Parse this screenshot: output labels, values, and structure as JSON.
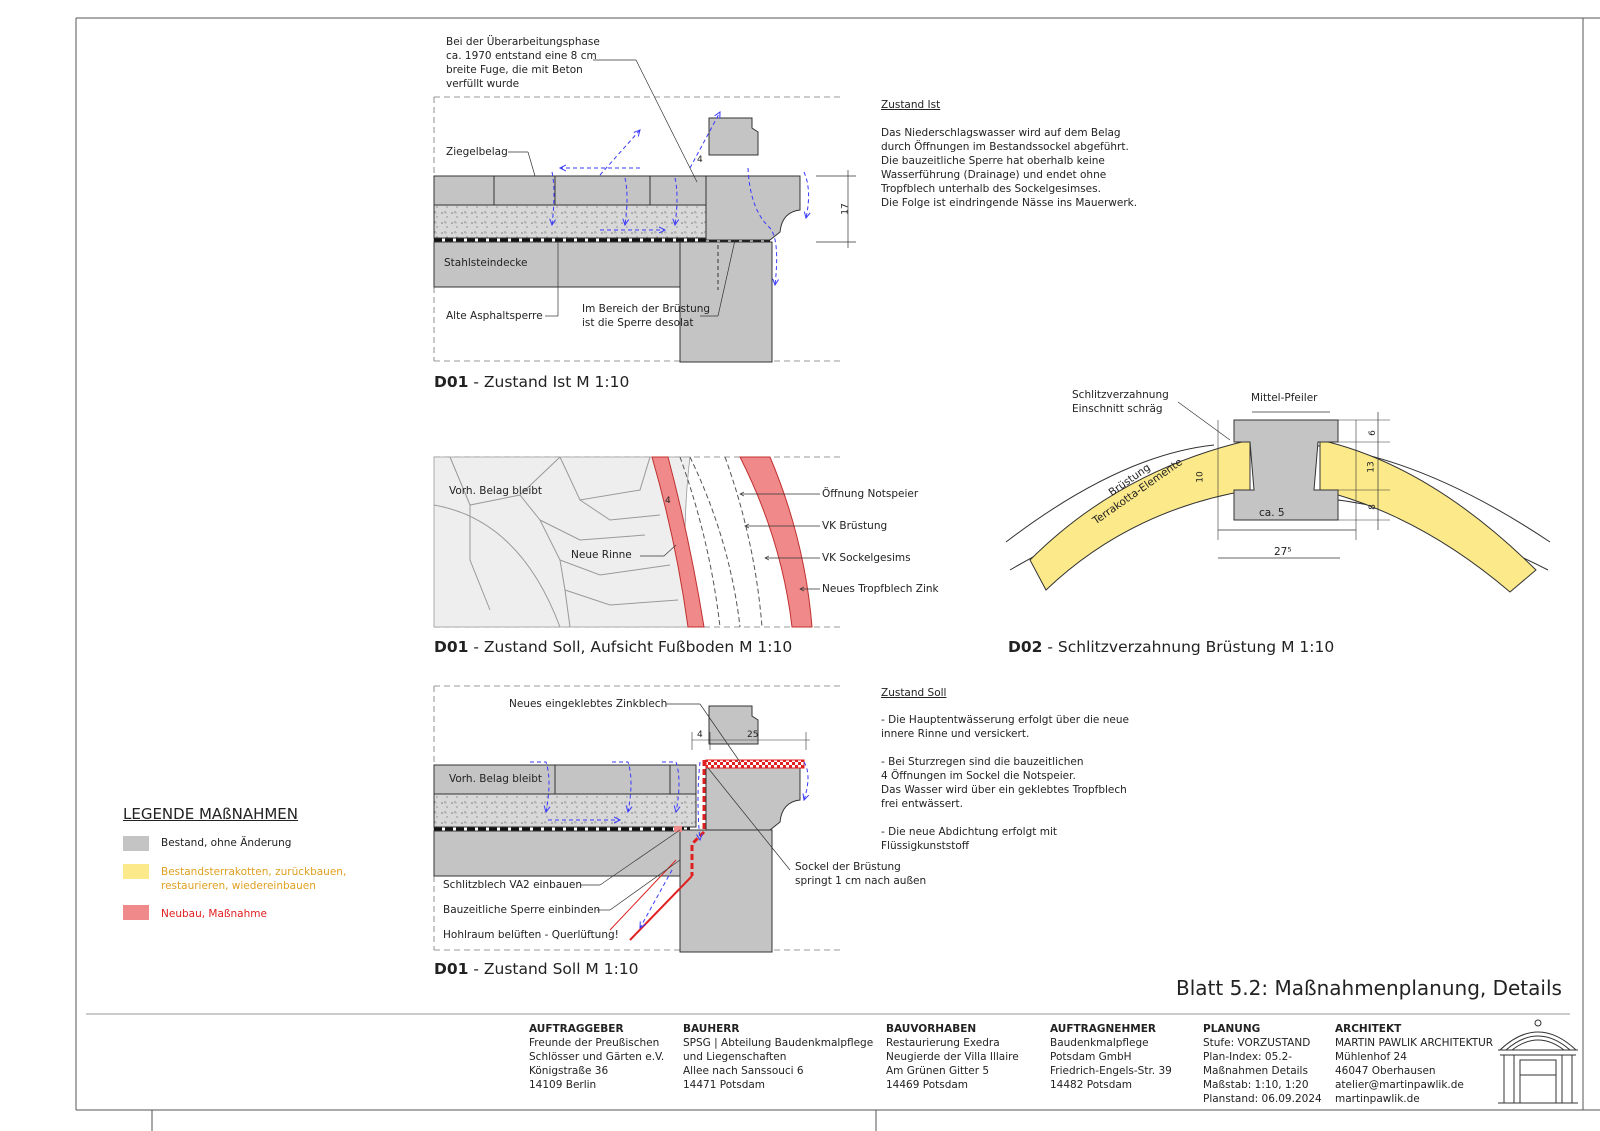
{
  "annotations": {
    "top_note": [
      "Bei der Überarbeitungsphase",
      "ca. 1970 entstand eine 8 cm",
      "breite Fuge, die mit Beton",
      "verfüllt wurde"
    ],
    "ziegelbelag": "Ziegelbelag",
    "stahlsteindecke": "Stahlsteindecke",
    "alte_asphaltsperre": "Alte Asphaltsperre",
    "sperre_desolat": [
      "Im Bereich der Brüstung",
      "ist die Sperre desolat"
    ],
    "dim_17": "17",
    "dim_4": "4",
    "vorh_belag_bleibt": "Vorh. Belag bleibt",
    "neue_rinne": "Neue Rinne",
    "oeffnung_notspeier": "Öffnung Notspeier",
    "vk_bruestung": "VK Brüstung",
    "vk_sockelgesims": "VK Sockelgesims",
    "neues_tropfblech": "Neues Tropfblech Zink",
    "neues_zinkblech": "Neues eingeklebtes Zinkblech",
    "dim_25": "25",
    "vorh_belag_bleibt_2": "Vorh. Belag bleibt",
    "schlitzblech": "Schlitzblech VA2 einbauen",
    "bauzeitliche_sperre": "Bauzeitliche Sperre einbinden",
    "hohlraum": "Hohlraum belüften - Querlüftung!",
    "sockel_springt": [
      "Sockel der Brüstung",
      "springt 1 cm nach außen"
    ],
    "schlitzverzahnung_label": [
      "Schlitzverzahnung",
      "Einschnitt schräg"
    ],
    "mittel_pfeiler": "Mittel-Pfeiler",
    "bruestung_label": [
      "Brüstung",
      "Terrakotta-Elemente"
    ],
    "dim_10": "10",
    "dim_13": "13",
    "dim_6": "6",
    "dim_8": "8",
    "dim_ca5": "ca. 5",
    "dim_275": "27⁵"
  },
  "zustand_ist": {
    "heading": "Zustand Ist",
    "text": [
      "Das Niederschlagswasser wird auf dem Belag",
      "durch Öffnungen im Bestandssockel abgeführt.",
      "Die bauzeitliche Sperre hat oberhalb keine",
      "Wasserführung (Drainage) und endet ohne",
      "Tropfblech unterhalb des Sockelgesimses.",
      "Die Folge ist eindringende Nässe ins Mauerwerk."
    ]
  },
  "zustand_soll": {
    "heading": "Zustand Soll",
    "text": [
      "- Die Hauptentwässerung erfolgt über die neue",
      "innere Rinne und versickert.",
      "",
      "- Bei Sturzregen sind die bauzeitlichen",
      "4 Öffnungen im Sockel die Notspeier.",
      "Das Wasser wird über ein geklebtes Tropfblech",
      "frei entwässert.",
      "",
      "- Die neue Abdichtung erfolgt mit",
      "Flüssigkunststoff"
    ]
  },
  "captions": {
    "d01_ist": {
      "code": "D01",
      "text": " - Zustand Ist M 1:10"
    },
    "d01_aufsicht": {
      "code": "D01",
      "text": " - Zustand Soll, Aufsicht Fußboden M 1:10"
    },
    "d02": {
      "code": "D02",
      "text": " - Schlitzverzahnung Brüstung  M 1:10"
    },
    "d01_soll": {
      "code": "D01",
      "text": " - Zustand Soll M 1:10"
    }
  },
  "legend": {
    "title": "LEGENDE MAßNAHMEN",
    "items": [
      {
        "label": "Bestand, ohne Änderung",
        "color": "#c4c4c4",
        "text_color": "#222222"
      },
      {
        "label": "Bestandsterrakotten, zurückbauen,\nrestaurieren, wiedereinbauen",
        "color": "#fbe98a",
        "text_color": "#e0a020"
      },
      {
        "label": "Neubau, Maßnahme",
        "color": "#f08a8a",
        "text_color": "#e02020"
      }
    ]
  },
  "sheet_title": "Blatt 5.2: Maßnahmenplanung, Details",
  "title_block": {
    "auftraggeber": {
      "head": "AUFTRAGGEBER",
      "lines": [
        "Freunde der Preußischen",
        "Schlösser und Gärten e.V.",
        "Königstraße 36",
        "14109 Berlin"
      ]
    },
    "bauherr": {
      "head": "BAUHERR",
      "lines": [
        "SPSG | Abteilung Baudenkmalpflege",
        "und Liegenschaften",
        "Allee nach Sanssouci 6",
        "14471 Potsdam"
      ]
    },
    "bauvorhaben": {
      "head": "BAUVORHABEN",
      "lines": [
        "Restaurierung Exedra",
        "Neugierde der Villa Illaire",
        "Am Grünen Gitter 5",
        "14469 Potsdam"
      ]
    },
    "auftragnehmer": {
      "head": "AUFTRAGNEHMER",
      "lines": [
        "Baudenkmalpflege",
        "Potsdam GmbH",
        "Friedrich-Engels-Str. 39",
        "14482 Potsdam"
      ]
    },
    "planung": {
      "head": "PLANUNG",
      "lines": [
        "Stufe: VORZUSTAND",
        "Plan-Index: 05.2-",
        "Maßnahmen Details",
        "Maßstab: 1:10, 1:20",
        "Planstand: 06.09.2024"
      ]
    },
    "architekt": {
      "head": "ARCHITEKT",
      "lines": [
        "MARTIN PAWLIK ARCHITEKTUR",
        "Mühlenhof 24",
        "46047 Oberhausen",
        "atelier@martinpawlik.de",
        "martinpawlik.de"
      ]
    }
  },
  "colors": {
    "bestand": "#c4c4c4",
    "terrakotta": "#fbe98a",
    "neubau": "#f08a8a",
    "water": "#3a3aff",
    "red": "#e02020"
  }
}
